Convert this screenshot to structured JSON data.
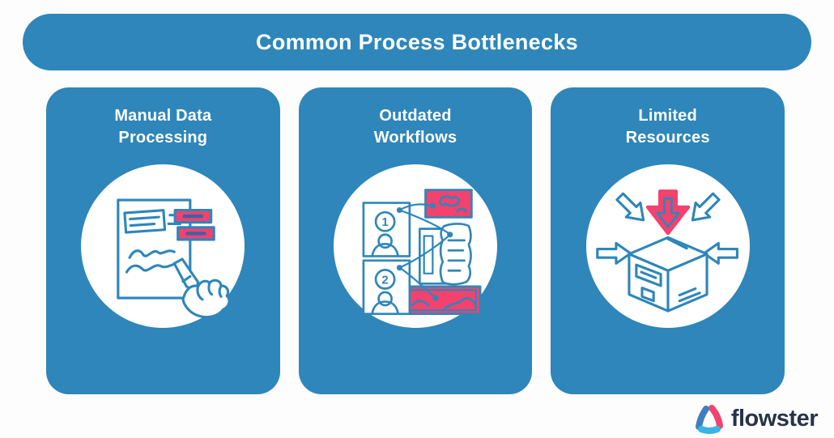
{
  "colors": {
    "blue": "#2e86ba",
    "pink": "#f4416e",
    "white": "#ffffff",
    "logo_navy": "#26334a",
    "background": "#fdfdfd"
  },
  "header": {
    "title": "Common Process Bottlenecks"
  },
  "cards": [
    {
      "title": "Manual Data Processing",
      "icon": "document-handwriting-icon"
    },
    {
      "title": "Outdated Workflows",
      "icon": "workflow-assignment-icon",
      "steps": [
        "1",
        "2"
      ]
    },
    {
      "title": "Limited Resources",
      "icon": "box-converging-arrows-icon"
    }
  ],
  "footer": {
    "brand": "flowster",
    "icon": "flowster-logo-icon"
  }
}
